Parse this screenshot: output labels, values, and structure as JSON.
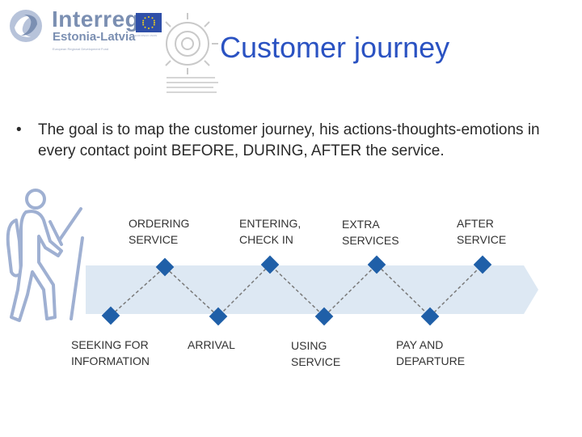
{
  "logo": {
    "brand": "Interreg",
    "region": "Estonia-Latvia",
    "fund": "European Regional Development Fund",
    "flag_caption": "EUROPEAN UNION"
  },
  "title": "Customer journey",
  "bullets": [
    "The goal is to map the customer journey, his actions-thoughts-emotions in every contact point BEFORE, DURING, AFTER the service."
  ],
  "bullet_symbol": "•",
  "stages_top": [
    "ORDERING\nSERVICE",
    "ENTERING,\nCHECK IN",
    "EXTRA\nSERVICES",
    "AFTER\nSERVICE"
  ],
  "stages_bottom": [
    "SEEKING FOR\nINFORMATION",
    "ARRIVAL",
    "USING\nSERVICE",
    "PAY AND\nDEPARTURE"
  ],
  "colors": {
    "title": "#2a52c2",
    "arrow_band": "#dde8f3",
    "node": "#1f5fa8",
    "dashed_line": "#7a7a7a",
    "hiker": "#9fb0d2",
    "logo_text": "#7b8fb2",
    "eu_flag": "#2f4fa8",
    "eu_stars": "#f2d21b"
  },
  "icons": [
    "interreg-swirl-icon",
    "eu-flag-icon",
    "gear-icon",
    "hiker-icon",
    "diamond-node-icon"
  ]
}
